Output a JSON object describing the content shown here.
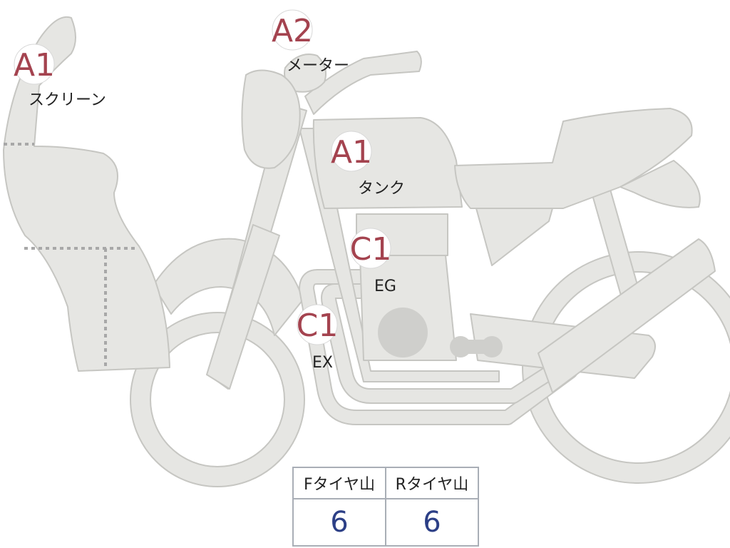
{
  "markers": [
    {
      "grade": "A1",
      "label": "スクリーン"
    },
    {
      "grade": "A2",
      "label": "メーター"
    },
    {
      "grade": "A1",
      "label": "タンク"
    },
    {
      "grade": "C1",
      "label": "EG"
    },
    {
      "grade": "C1",
      "label": "EX"
    }
  ],
  "tire_table": {
    "headers": [
      "Fタイヤ山",
      "Rタイヤ山"
    ],
    "values": [
      "6",
      "6"
    ]
  },
  "colors": {
    "body": "#e6e6e3",
    "outline": "#c6c6c2",
    "grade": "#a4434f",
    "value": "#2c3f86",
    "table_border": "#a9aeb6"
  }
}
